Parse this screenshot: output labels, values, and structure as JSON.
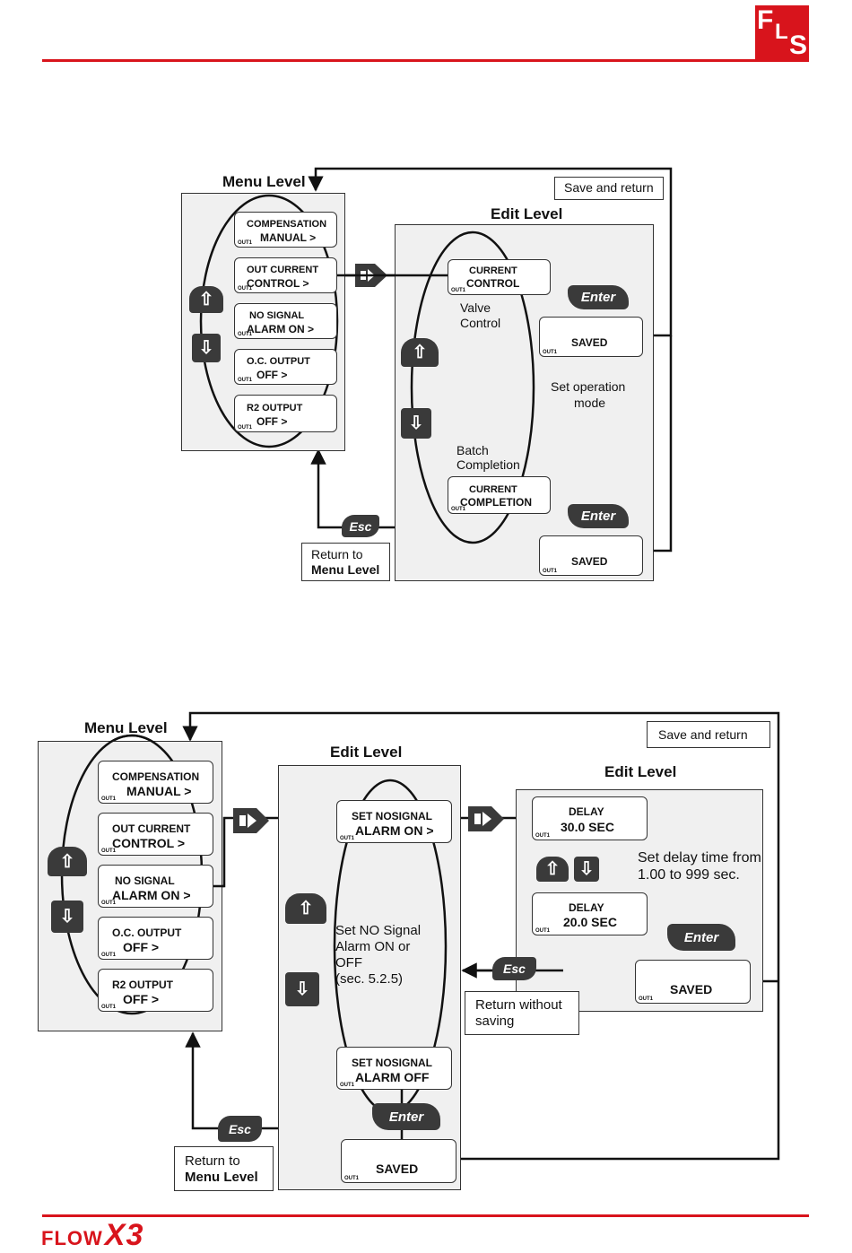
{
  "header": {
    "logo_text": "FLS"
  },
  "footer": {
    "brand_prefix": "FLOW",
    "brand_suffix": "X3"
  },
  "colors": {
    "accent": "#d8141c",
    "key_fill": "#3a3a3a",
    "panel_fill": "#f0f0f0"
  },
  "diagram1": {
    "menu_level_title": "Menu Level",
    "edit_level_title": "Edit Level",
    "save_and_return": "Save and return",
    "return_to": "Return to",
    "menu_level": "Menu Level",
    "menu_items": [
      {
        "line1": "COMPENSATION",
        "line2": "MANUAL    >",
        "tag": "OUT1"
      },
      {
        "line1": "OUT  CURRENT",
        "line2": "CONTROL     >",
        "tag": "OUT1"
      },
      {
        "line1": "NO    SIGNAL",
        "line2": "ALARM ON  >",
        "tag": "OUT1"
      },
      {
        "line1": "O.C.   OUTPUT",
        "line2": "OFF           >",
        "tag": "OUT1"
      },
      {
        "line1": "R2     OUTPUT",
        "line2": "OFF           >",
        "tag": "OUT1"
      }
    ],
    "edit_top": {
      "line1": "CURRENT",
      "line2": "CONTROL",
      "tag": "OUT1"
    },
    "edit_bottom": {
      "line1": "CURRENT",
      "line2": "COMPLETION",
      "tag": "OUT1"
    },
    "saved_top": {
      "text": "SAVED",
      "tag": "OUT1"
    },
    "saved_bottom": {
      "text": "SAVED",
      "tag": "OUT1"
    },
    "valve_control": [
      "Valve",
      "Control"
    ],
    "batch_completion": [
      "Batch",
      "Completion"
    ],
    "set_operation_mode": [
      "Set operation",
      "mode"
    ],
    "enter_key": "Enter",
    "esc_key": "Esc"
  },
  "diagram2": {
    "menu_level_title": "Menu Level",
    "edit_level_title": "Edit Level",
    "edit_level2_title": "Edit Level",
    "save_and_return": "Save and return",
    "return_to": "Return to",
    "menu_level": "Menu Level",
    "return_without": "Return without",
    "saving": "saving",
    "menu_items": [
      {
        "line1": "COMPENSATION",
        "line2": "MANUAL    >",
        "tag": "OUT1"
      },
      {
        "line1": "OUT  CURRENT",
        "line2": "CONTROL     >",
        "tag": "OUT1"
      },
      {
        "line1": "NO     SIGNAL",
        "line2": "ALARM ON  >",
        "tag": "OUT1"
      },
      {
        "line1": "O.C.   OUTPUT",
        "line2": "OFF           >",
        "tag": "OUT1"
      },
      {
        "line1": "R2     OUTPUT",
        "line2": "OFF           >",
        "tag": "OUT1"
      }
    ],
    "edit_top": {
      "line1": "SET  NOSIGNAL",
      "line2": "ALARM ON  >",
      "tag": "OUT1"
    },
    "edit_bottom": {
      "line1": "SET  NOSIGNAL",
      "line2": "ALARM OFF",
      "tag": "OUT1"
    },
    "saved": {
      "text": "SAVED",
      "tag": "OUT1"
    },
    "set_no_signal": [
      "Set NO Signal",
      "Alarm ON or",
      "OFF",
      "(sec. 5.2.5)"
    ],
    "delay_top": {
      "line1": "DELAY",
      "line2": "30.0    SEC",
      "tag": "OUT1"
    },
    "delay_bottom": {
      "line1": "DELAY",
      "line2": "20.0    SEC",
      "tag": "OUT1"
    },
    "saved_delay": {
      "text": "SAVED",
      "tag": "OUT1"
    },
    "set_delay": [
      "Set delay time from",
      "1.00 to 999 sec."
    ],
    "enter_key": "Enter",
    "esc_key": "Esc"
  }
}
